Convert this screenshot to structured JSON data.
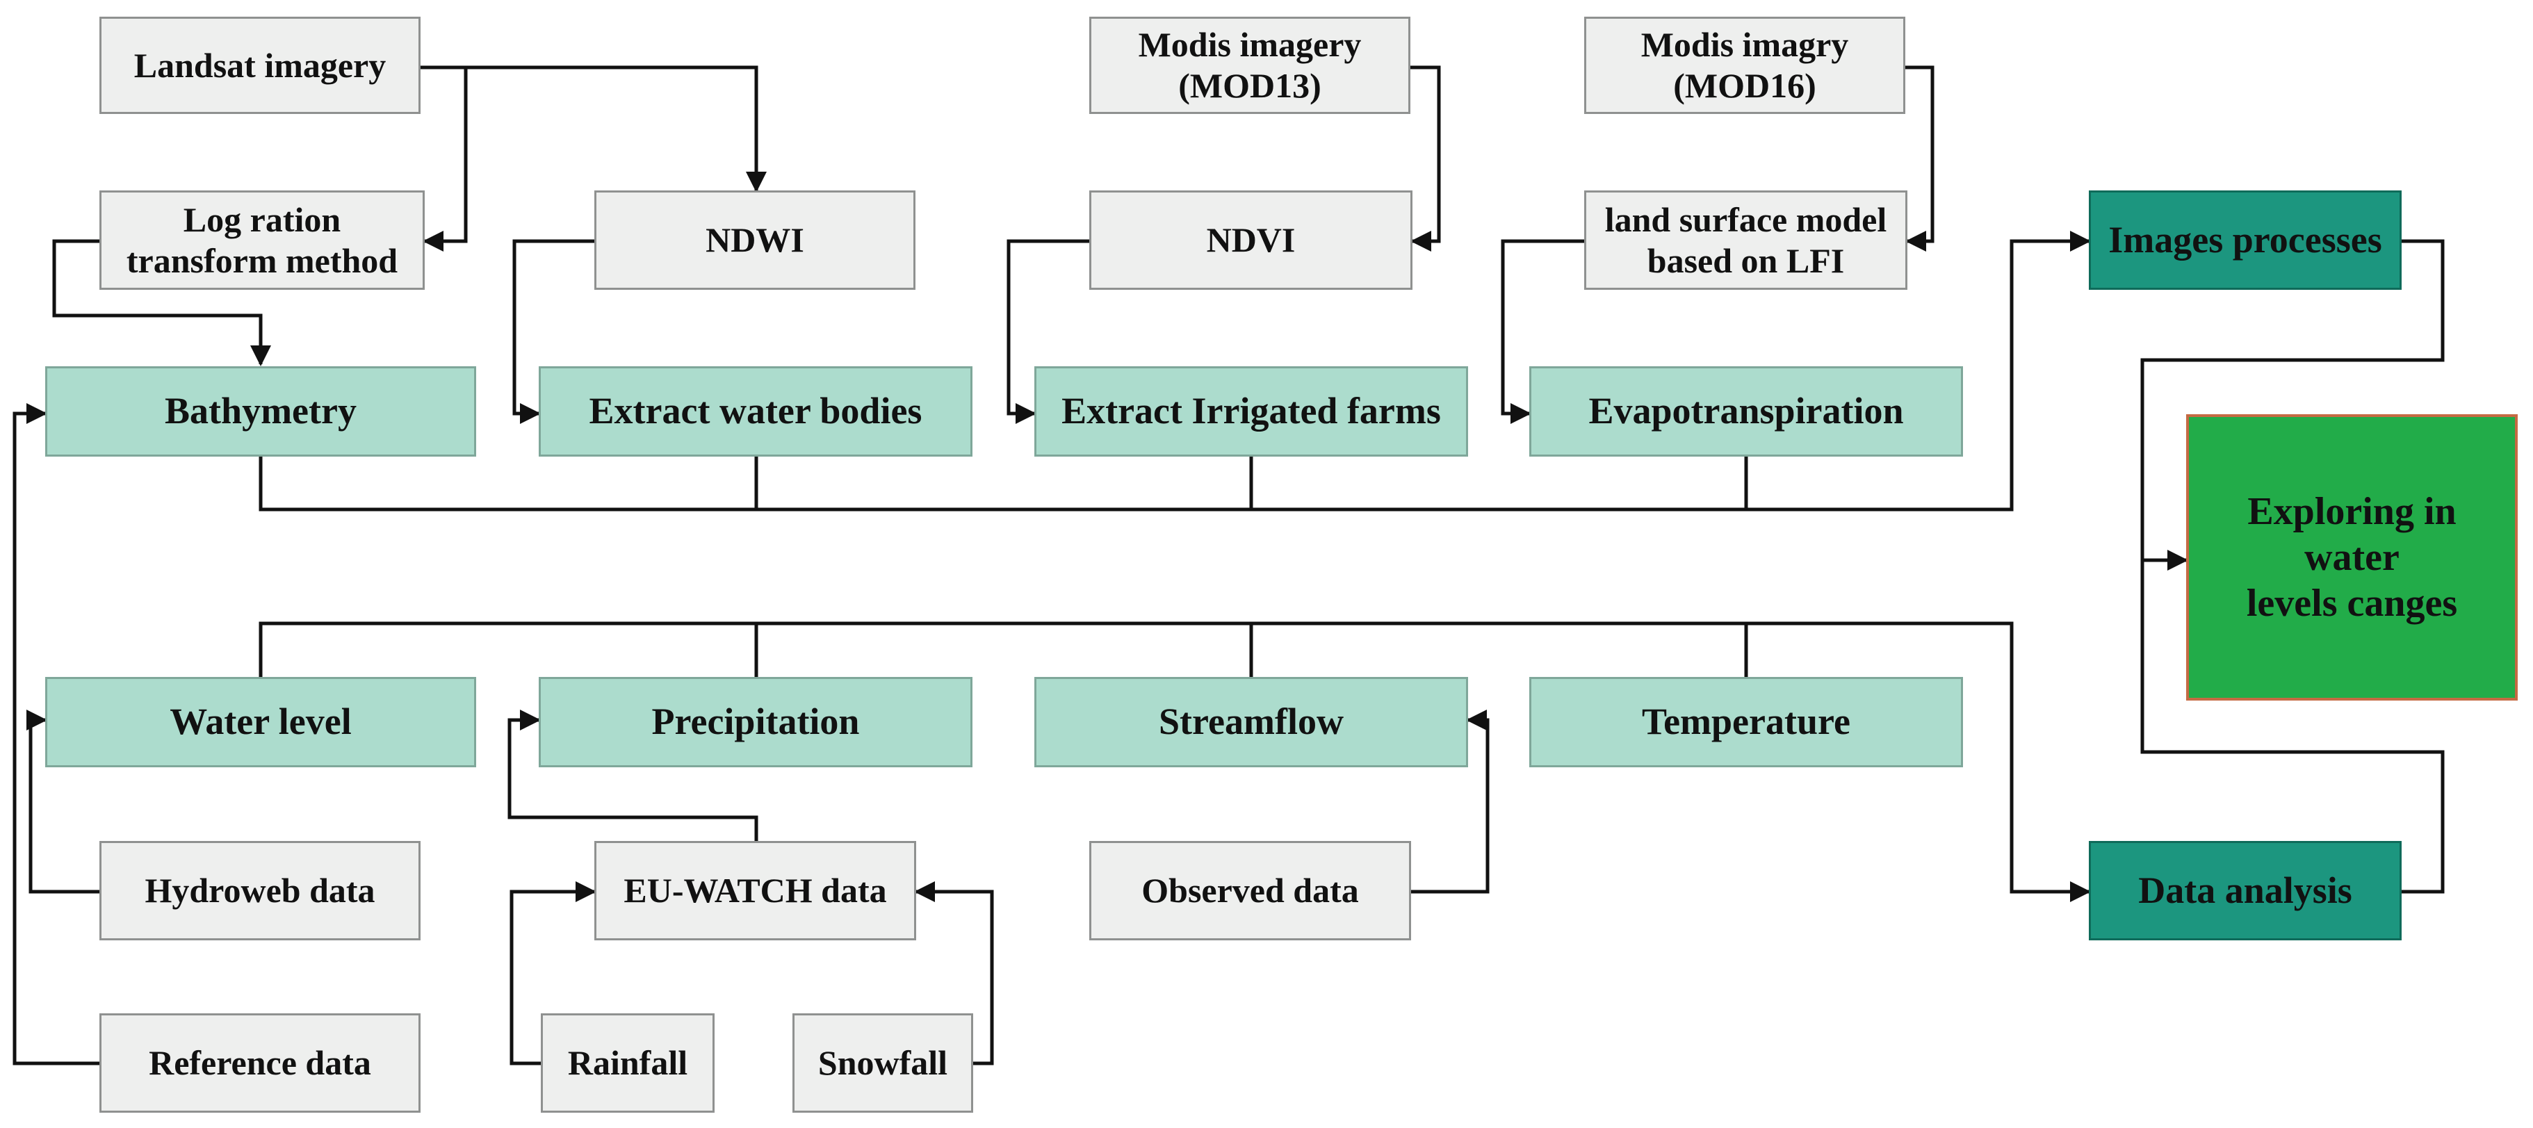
{
  "diagram": {
    "colors": {
      "input_fill": "#eeefee",
      "process_fill": "#acdccd",
      "hub_fill": "#1c967f",
      "result_fill": "#22ac49",
      "connector": "#111111"
    },
    "nodes": {
      "landsat": "Landsat imagery",
      "log_ratio": "Log ration\ntransform method",
      "ndwi": "NDWI",
      "modis13": "Modis imagery\n(MOD13)",
      "ndvi": "NDVI",
      "modis16": "Modis imagry\n(MOD16)",
      "lsm": "land surface model\nbased on LFI",
      "bathymetry": "Bathymetry",
      "water_bodies": "Extract water bodies",
      "irrigated": "Extract Irrigated farms",
      "evapo": "Evapotranspiration",
      "images_processes": "Images processes",
      "exploring": "Exploring in water\nlevels canges",
      "water_level": "Water level",
      "precipitation": "Precipitation",
      "streamflow": "Streamflow",
      "temperature": "Temperature",
      "hydroweb": "Hydroweb data",
      "euwatch": "EU-WATCH data",
      "observed": "Observed data",
      "data_analysis": "Data analysis",
      "reference": "Reference data",
      "rainfall": "Rainfall",
      "snowfall": "Snowfall"
    }
  }
}
